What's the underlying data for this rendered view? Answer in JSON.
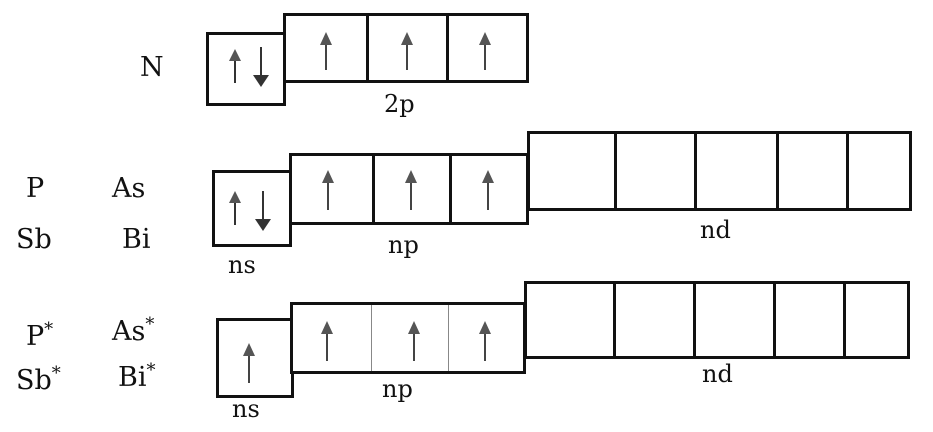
{
  "rows": [
    {
      "elements": [
        "N"
      ],
      "s_label": "",
      "p_label": "2p",
      "d_label": "",
      "s_spins": [
        "up",
        "down"
      ],
      "p_spins": [
        [
          "up"
        ],
        [
          "up"
        ],
        [
          "up"
        ]
      ],
      "d_orbitals": 0
    },
    {
      "elements": [
        "P",
        "As",
        "Sb",
        "Bi"
      ],
      "s_label": "ns",
      "p_label": "np",
      "d_label": "nd",
      "s_spins": [
        "up",
        "down"
      ],
      "p_spins": [
        [
          "up"
        ],
        [
          "up"
        ],
        [
          "up"
        ]
      ],
      "d_orbitals": 5
    },
    {
      "elements": [
        "P",
        "As",
        "Sb",
        "Bi"
      ],
      "excited_mark": "*",
      "s_label": "ns",
      "p_label": "np",
      "d_label": "nd",
      "s_spins": [
        "up"
      ],
      "p_spins": [
        [
          "up"
        ],
        [
          "up"
        ],
        [
          "up"
        ]
      ],
      "d_orbitals": 5
    }
  ]
}
